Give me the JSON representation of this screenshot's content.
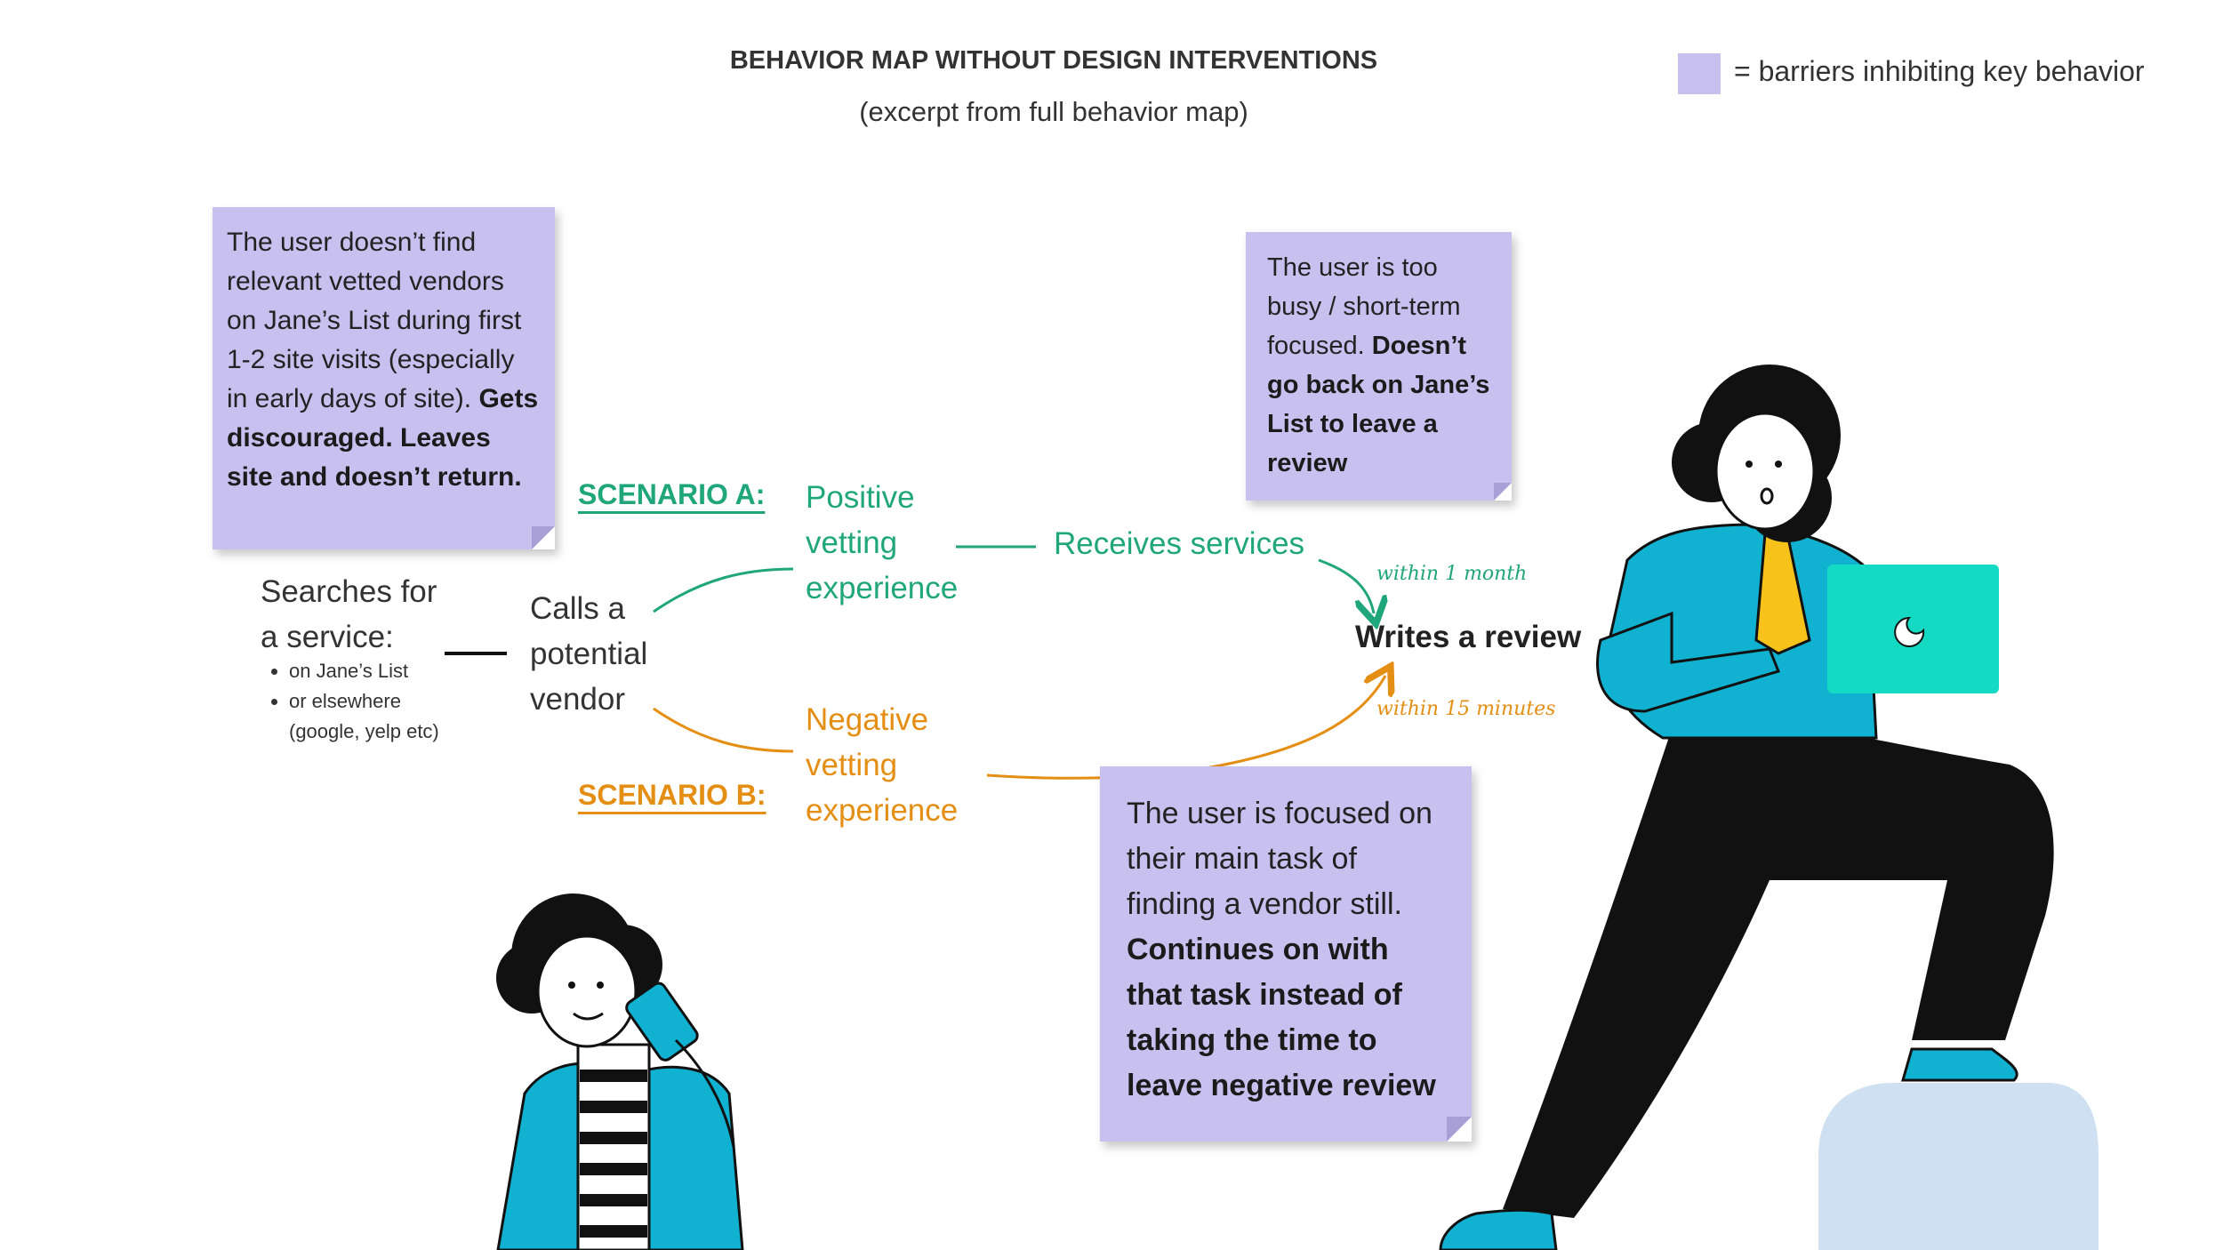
{
  "header": {
    "title": "BEHAVIOR MAP WITHOUT DESIGN INTERVENTIONS",
    "subtitle": "(excerpt from full behavior map)"
  },
  "legend": {
    "swatch_color": "#c7c0ef",
    "label": "= barriers inhibiting key behavior"
  },
  "flow": {
    "start": {
      "line1": "Searches for",
      "line2": "a service:",
      "options": [
        "on Jane’s List",
        "or elsewhere",
        "(google, yelp etc)"
      ]
    },
    "call": {
      "line1": "Calls a",
      "line2": "potential",
      "line3": "vendor"
    },
    "scenario_a": {
      "label": "SCENARIO A:",
      "outcome": [
        "Positive",
        "vetting",
        "experience"
      ],
      "next": "Receives services",
      "timing": "within 1 month",
      "color": "#1fa67a"
    },
    "scenario_b": {
      "label": "SCENARIO B:",
      "outcome": [
        "Negative",
        "vetting",
        "experience"
      ],
      "timing": "within 15 minutes",
      "color": "#e58e14"
    },
    "goal": "Writes a review"
  },
  "barriers": {
    "note1": {
      "text": "The user doesn’t find relevant vetted vendors on Jane’s List during first 1-2 site visits (especially in early days of site). ",
      "bold": "Gets discouraged. Leaves site and doesn’t return."
    },
    "note2": {
      "text": "The user is too busy / short-term focused. ",
      "bold": "Doesn’t go back on Jane’s List to leave a review"
    },
    "note3": {
      "text": "The user is focused on their main task of finding a vendor still. ",
      "bold": "Continues on with that task instead of taking the time to leave negative review"
    }
  }
}
